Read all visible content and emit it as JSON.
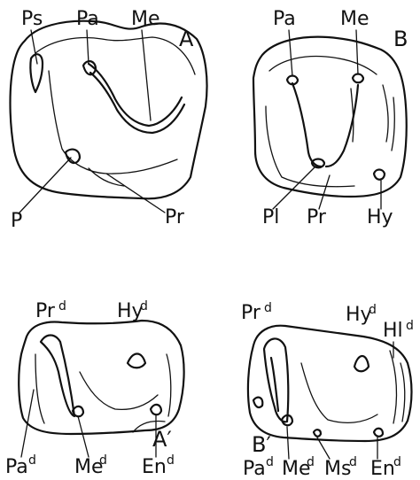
{
  "panels": {
    "A": {
      "letter": "A",
      "labels": {
        "ps": "Ps",
        "pa": "Pa",
        "me": "Me",
        "p": "P",
        "pr": "Pr"
      }
    },
    "B": {
      "letter": "B",
      "labels": {
        "pa": "Pa",
        "me": "Me",
        "pl": "Pl",
        "pr": "Pr",
        "hy": "Hy"
      }
    },
    "A_prime": {
      "letter": "A′",
      "labels": {
        "prd": "Pr",
        "hyd": "Hy",
        "pad": "Pa",
        "med": "Me",
        "end": "En"
      },
      "superscript": "d"
    },
    "B_prime": {
      "letter": "B′",
      "labels": {
        "prd": "Pr",
        "hyd": "Hy",
        "hld": "Hl",
        "pad": "Pa",
        "med": "Me",
        "msd": "Ms",
        "end": "En"
      },
      "superscript": "d"
    }
  }
}
